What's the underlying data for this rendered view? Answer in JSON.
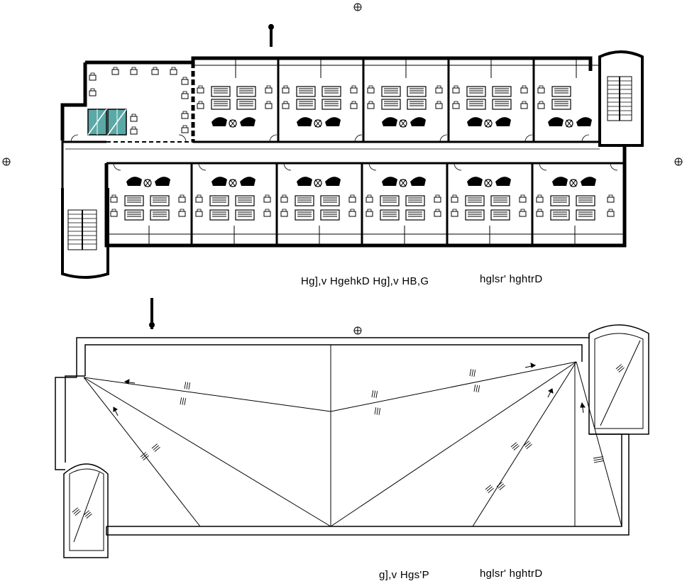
{
  "labels": {
    "upper_left": "Hg],v HgehkD Hg],v HB,G",
    "upper_right": "hglsr' hghtrD",
    "lower_left": "g],v Hgs'P",
    "lower_right": "hglsr' hghtrD"
  },
  "roof": {
    "slope_mark": "III"
  },
  "colors": {
    "line": "#000000",
    "glass": "#5aa9a6"
  }
}
